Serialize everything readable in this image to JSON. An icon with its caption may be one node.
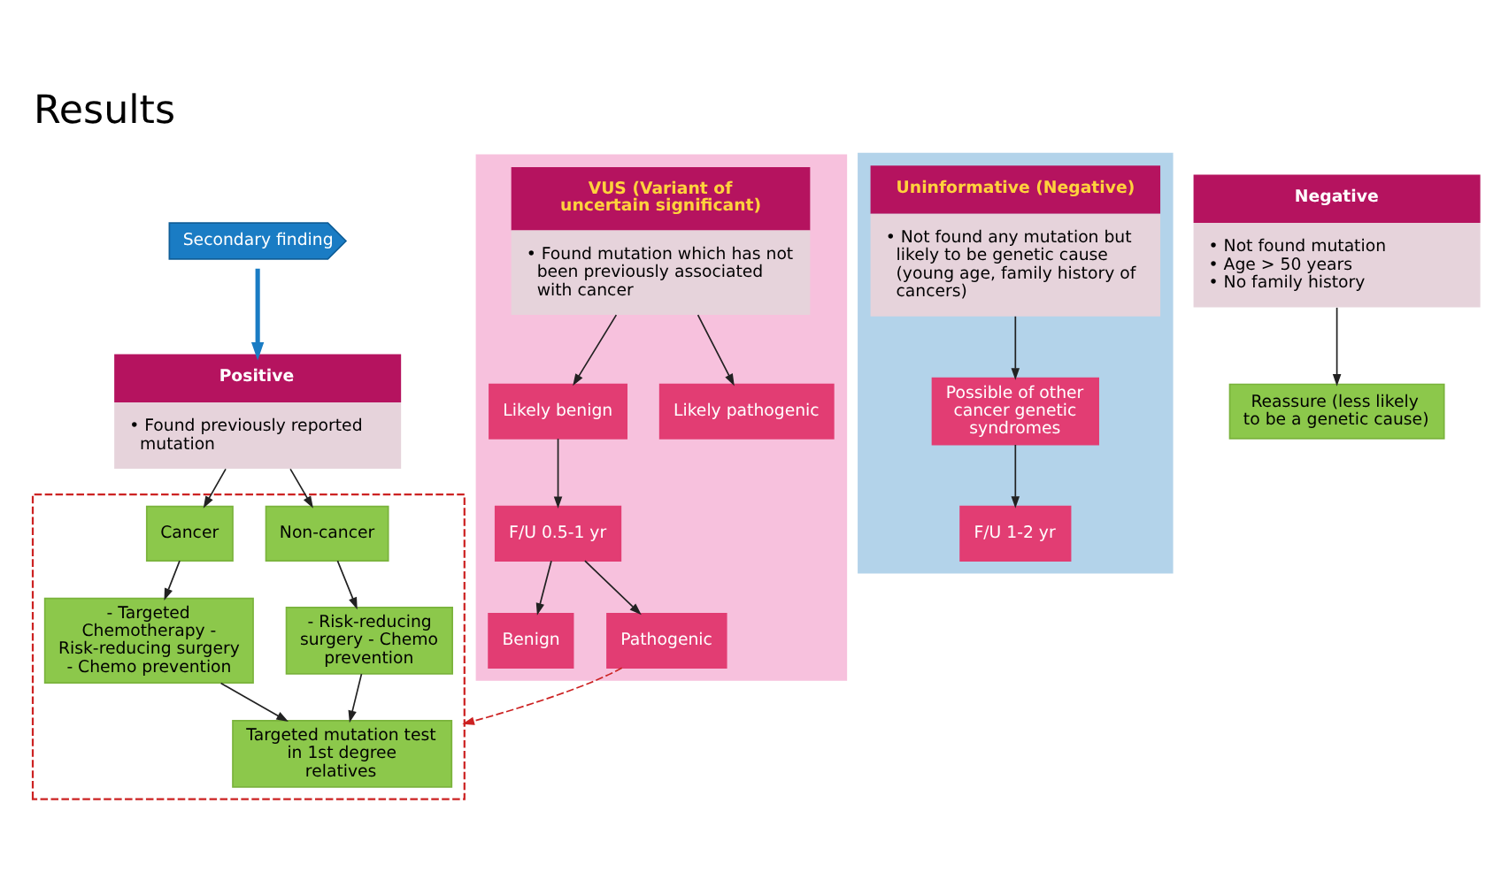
{
  "diagram": {
    "title": "Results",
    "nodes": [
      {
        "text": [
          "Secondary finding"
        ]
      },
      {
        "text": [
          "Positive",
          "• Found previously reported mutation"
        ]
      },
      {
        "text": [],
        "shape": "box"
      },
      {
        "text": [
          "Cancer"
        ],
        "in": 2
      },
      {
        "text": [
          "Non-cancer"
        ],
        "in": 2
      },
      {
        "text": [
          "- Targeted Chemotherapy - Risk-reducing surgery - Chemo prevention"
        ],
        "in": 2
      },
      {
        "text": [
          "- Risk-reducing surgery - Chemo prevention"
        ],
        "in": 2
      },
      {
        "text": [
          "Targeted mutation test in 1st degree relatives"
        ],
        "in": 2
      },
      {
        "text": [],
        "shape": "box"
      },
      {
        "text": [
          "VUS (Variant of uncertain significant)",
          "• Found mutation which has not been previously associated with cancer"
        ],
        "in": 8
      },
      {
        "text": [
          "Likely benign"
        ],
        "in": 8
      },
      {
        "text": [
          "Likely pathogenic"
        ],
        "in": 8
      },
      {
        "text": [
          "F/U 0.5-1 yr"
        ],
        "in": 8
      },
      {
        "text": [
          "Benign"
        ],
        "in": 8
      },
      {
        "text": [
          "Pathogenic"
        ],
        "in": 8
      },
      {
        "text": [],
        "shape": "box"
      },
      {
        "text": [
          "Uninformative (Negative)",
          "• Not found any mutation but likely to be genetic cause (young age, family history of cancers)"
        ],
        "in": 15
      },
      {
        "text": [
          "Possible of other cancer genetic syndromes"
        ],
        "in": 15
      },
      {
        "text": [
          "F/U 1-2 yr"
        ],
        "in": 15
      },
      {
        "text": [
          "Negative",
          "• Not found mutation",
          "• Age > 50 years",
          "• No family history"
        ]
      },
      {
        "text": [
          "Reassure (less likely to be a genetic cause)"
        ]
      }
    ],
    "edges": [
      {
        "from": 0,
        "to": 1,
        "arrow": "to",
        "style": "thick",
        "color": "#1a7cc4"
      },
      {
        "from": 1,
        "to": 3,
        "arrow": "to"
      },
      {
        "from": 1,
        "to": 4,
        "arrow": "to"
      },
      {
        "from": 3,
        "to": 5,
        "arrow": "to"
      },
      {
        "from": 4,
        "to": 6,
        "arrow": "to"
      },
      {
        "from": 5,
        "to": 7,
        "arrow": "to"
      },
      {
        "from": 6,
        "to": 7,
        "arrow": "to"
      },
      {
        "from": 9,
        "to": 10,
        "arrow": "to"
      },
      {
        "from": 9,
        "to": 11,
        "arrow": "to"
      },
      {
        "from": 10,
        "to": 12,
        "arrow": "to"
      },
      {
        "from": 12,
        "to": 13,
        "arrow": "to"
      },
      {
        "from": 12,
        "to": 14,
        "arrow": "to"
      },
      {
        "from": 14,
        "to": 2,
        "arrow": "to",
        "style": "dashed",
        "color": "#cc2222"
      },
      {
        "from": 16,
        "to": 17,
        "arrow": "to"
      },
      {
        "from": 17,
        "to": 18,
        "arrow": "to"
      },
      {
        "from": 19,
        "to": 20,
        "arrow": "to"
      }
    ]
  }
}
